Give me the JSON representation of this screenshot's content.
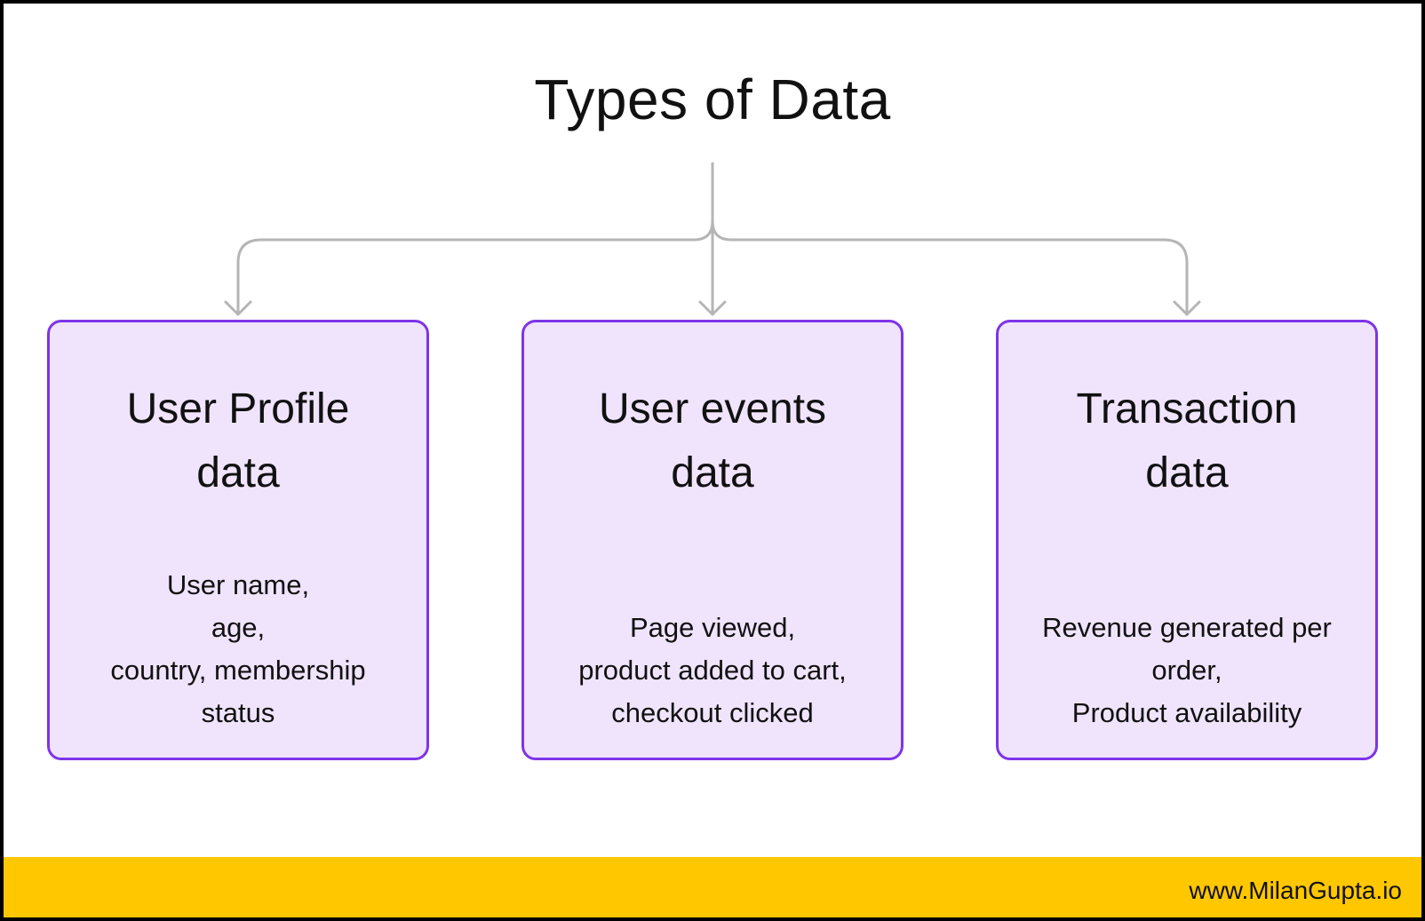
{
  "title": "Types of Data",
  "cards": [
    {
      "heading": [
        "User Profile",
        "data"
      ],
      "body": [
        "User name,",
        "age,",
        "country, membership",
        "status"
      ]
    },
    {
      "heading": [
        "User events",
        "data"
      ],
      "body": [
        "Page viewed,",
        "product added to cart,",
        "checkout clicked"
      ]
    },
    {
      "heading": [
        "Transaction",
        "data"
      ],
      "body": [
        "Revenue generated per",
        "order,",
        "Product availability"
      ]
    }
  ],
  "footer": {
    "website": "www.MilanGupta.io"
  },
  "colors": {
    "card_border": "#7e34e8",
    "card_fill": "#f0e4fd",
    "connector": "#b5b5b5",
    "footer_band": "#ffc700"
  }
}
